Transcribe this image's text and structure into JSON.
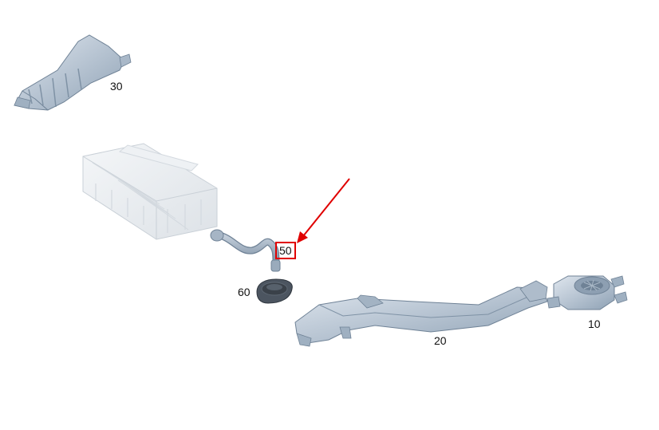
{
  "diagram": {
    "callouts": [
      {
        "id": "30",
        "label": "30",
        "part": "air-duct-top"
      },
      {
        "id": "50",
        "label": "50",
        "part": "hose",
        "highlighted": true
      },
      {
        "id": "60",
        "label": "60",
        "part": "grommet"
      },
      {
        "id": "20",
        "label": "20",
        "part": "air-duct-bottom"
      },
      {
        "id": "10",
        "label": "10",
        "part": "fan-blower"
      }
    ],
    "highlight_color": "#e00000",
    "part_color": "#b9c6d4",
    "edge_color": "#6f8296"
  }
}
